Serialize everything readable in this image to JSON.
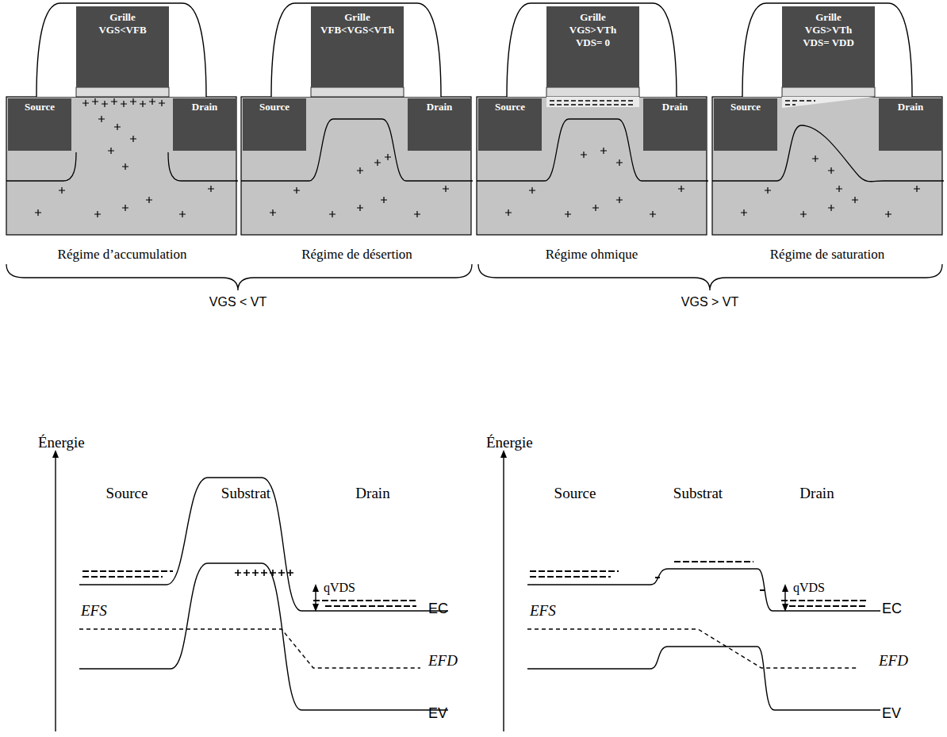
{
  "diagram": {
    "nodes": [
      {
        "text": [
          "Grille",
          "VGS<VFB"
        ]
      },
      {
        "text": [
          "Source"
        ]
      },
      {
        "text": [
          "Drain"
        ]
      },
      {
        "text": [
          "Grille",
          "VFB<VGS<VTh"
        ]
      },
      {
        "text": [
          "Source"
        ]
      },
      {
        "text": [
          "Drain"
        ]
      },
      {
        "text": [
          "Grille",
          "VGS>VTh",
          "VDS= 0"
        ]
      },
      {
        "text": [
          "Source"
        ]
      },
      {
        "text": [
          "Drain"
        ]
      },
      {
        "text": [
          "Grille",
          "VGS>VTh",
          "VDS= VDD"
        ]
      },
      {
        "text": [
          "Source"
        ]
      },
      {
        "text": [
          "Drain"
        ]
      }
    ],
    "labels": [
      "Régime d’accumulation",
      "Régime de désertion",
      "Régime ohmique",
      "Régime de saturation",
      "VGS < VT",
      "VGS > VT",
      "Énergie",
      "Source",
      "Substrat",
      "Drain",
      "qVDS",
      "EFS",
      "EFD",
      "EC",
      "EV",
      "Énergie",
      "Source",
      "Substrat",
      "Drain",
      "qVDS",
      "EFS",
      "EFD",
      "EC",
      "EV"
    ]
  }
}
